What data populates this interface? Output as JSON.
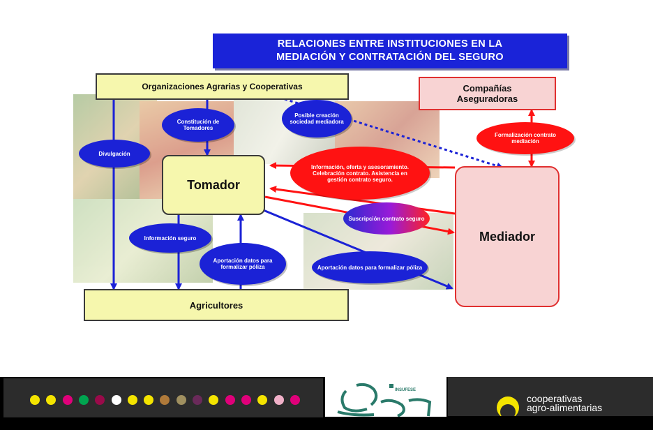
{
  "title": {
    "line1": "RELACIONES ENTRE INSTITUCIONES EN LA",
    "line2": "MEDIACIÓN Y CONTRATACIÓN DEL SEGURO"
  },
  "nodes": {
    "organizaciones": "Organizaciones Agrarias y Cooperativas",
    "companias_line1": "Compañías",
    "companias_line2": "Aseguradoras",
    "tomador": "Tomador",
    "mediador": "Mediador",
    "agricultores": "Agricultores"
  },
  "labels": {
    "constitucion": "Constitución de Tomadores",
    "divulgacion": "Divulgación",
    "posible": "Posible creación sociedad mediadora",
    "formalizacion": "Formalización contrato mediación",
    "informacion_oferta": "Información, oferta y asesoramiento. Celebración contrato. Asistencia en gestión contrato seguro.",
    "suscripcion": "Suscripción contrato seguro",
    "informacion_seguro": "Información seguro",
    "aportacion_tomador": "Aportación datos para formalizar póliza",
    "aportacion_mediador": "Aportación datos para formalizar póliza"
  },
  "footer": {
    "logo_text": "INSUFESE",
    "coop_line1": "cooperativas",
    "coop_line2": "agro-alimentarias",
    "dot_colors": [
      "#f4e400",
      "#f4e400",
      "#e0007a",
      "#00a550",
      "#9a0a4a",
      "#ffffff",
      "#f4e400",
      "#f4e400",
      "#b07a3a",
      "#a09060",
      "#6a2a5a",
      "#f4e400",
      "#e0007a",
      "#e0007a",
      "#f4e400",
      "#f0b0c8",
      "#e0007a"
    ]
  },
  "colors": {
    "blue": "#1b22d6",
    "red": "#ff1212",
    "yellow_box": "#f6f7ad",
    "pink_box": "#f8d3d3"
  }
}
